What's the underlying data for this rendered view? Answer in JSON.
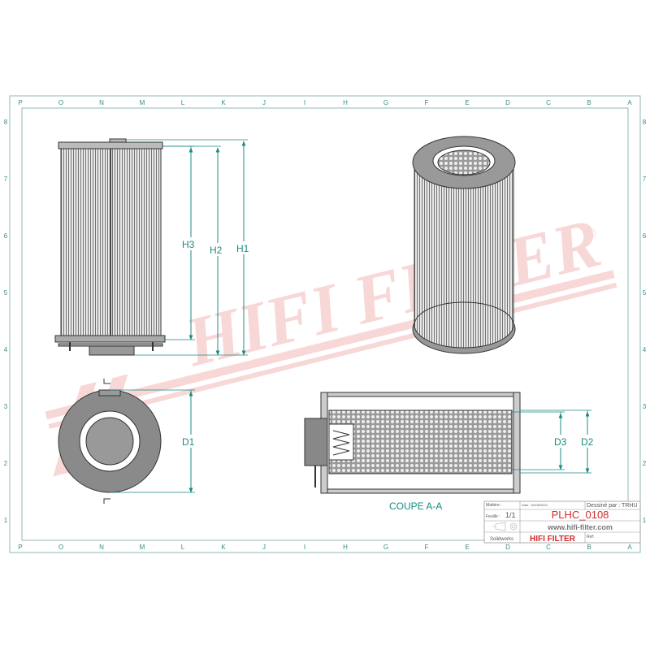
{
  "frame": {
    "columns": [
      "P",
      "O",
      "N",
      "M",
      "L",
      "K",
      "J",
      "I",
      "H",
      "G",
      "F",
      "E",
      "D",
      "C",
      "B",
      "A"
    ],
    "rows": [
      "8",
      "7",
      "6",
      "5",
      "4",
      "3",
      "2",
      "1"
    ]
  },
  "watermark": {
    "text": "HIFI FILTER",
    "registered": "®",
    "color": "#f4b8b8"
  },
  "dimensions": {
    "h1": "H1",
    "h2": "H2",
    "h3": "H3",
    "d1": "D1",
    "d2": "D2",
    "d3": "D3",
    "color": "#1a8a80"
  },
  "section_label": "COUPE A-A",
  "title_block": {
    "matiere_label": "Matière :",
    "date_label": "Date : 02/08/2022",
    "dessine_par": "Dessiné par : TRHU",
    "feuille_label": "Feuille :",
    "feuille_value": "1/1",
    "part_number": "PLHC_0108",
    "website": "www.hifi-filter.com",
    "software": "Solidworks",
    "brand": "HIFI FILTER",
    "ref_label": "Ref:",
    "accent": "#d42a2a"
  }
}
